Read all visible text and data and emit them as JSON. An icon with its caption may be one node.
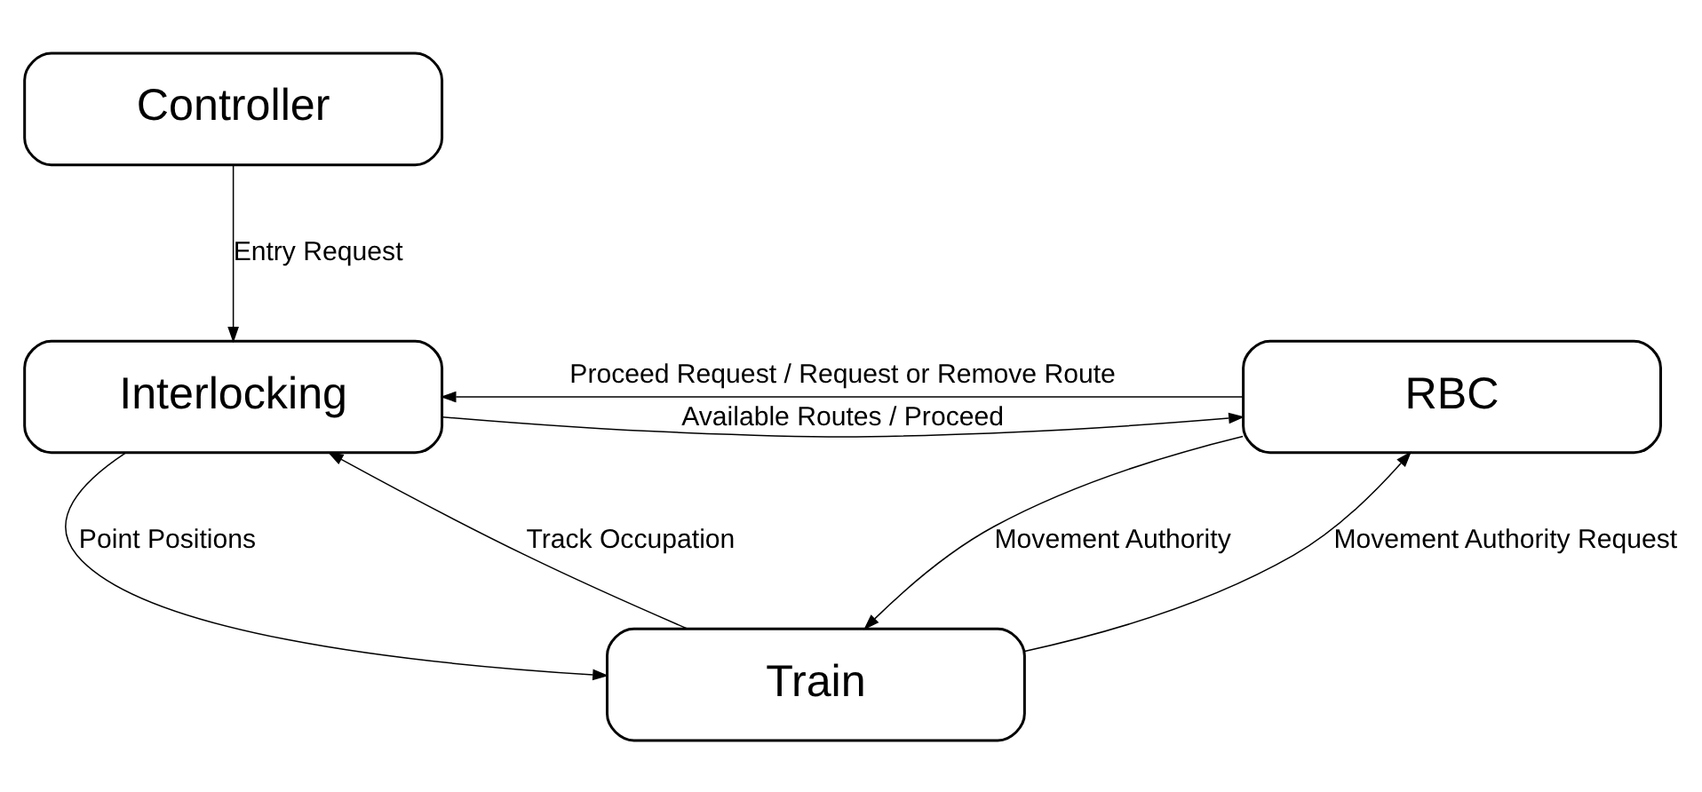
{
  "diagram": {
    "nodes": [
      {
        "text": [
          "Controller"
        ]
      },
      {
        "text": [
          "Interlocking"
        ]
      },
      {
        "text": [
          "RBC"
        ]
      },
      {
        "text": [
          "Train"
        ]
      }
    ],
    "edges": [
      {
        "from": 0,
        "to": 1,
        "arrow": "to",
        "label": "Entry Request"
      },
      {
        "from": 1,
        "to": 2,
        "arrow": "to",
        "label": "Available Routes / Proceed"
      },
      {
        "from": 2,
        "to": 1,
        "arrow": "to",
        "label": "Proceed Request / Request or Remove Route"
      },
      {
        "from": 1,
        "to": 3,
        "arrow": "to",
        "label": "Point Positions"
      },
      {
        "from": 3,
        "to": 1,
        "arrow": "to",
        "label": "Track Occupation"
      },
      {
        "from": 3,
        "to": 2,
        "arrow": "to",
        "label": "Movement Authority Request"
      },
      {
        "from": 2,
        "to": 3,
        "arrow": "to",
        "label": "Movement Authority"
      }
    ]
  }
}
